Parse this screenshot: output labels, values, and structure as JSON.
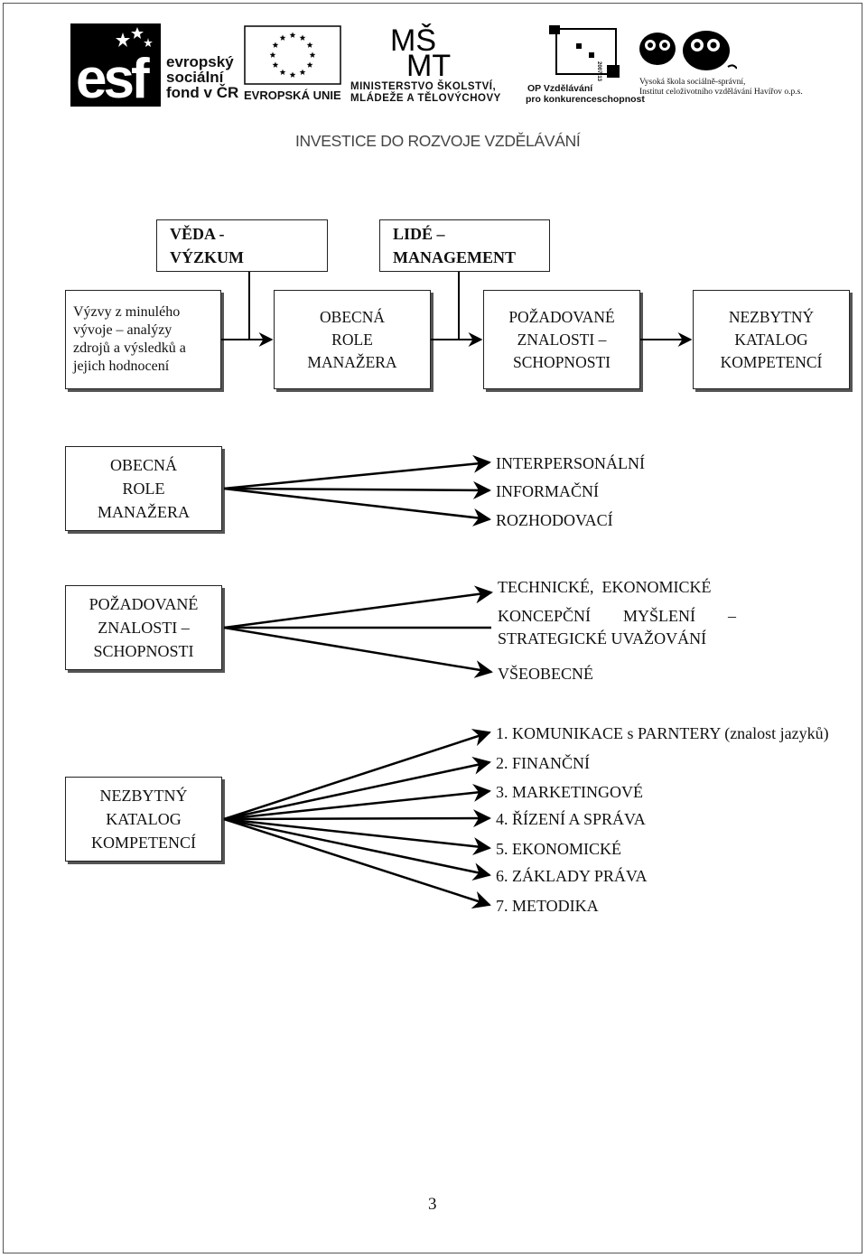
{
  "header": {
    "esf": {
      "line1": "evropský",
      "line2": "sociální",
      "line3": "fond v ČR"
    },
    "eu": {
      "label": "EVROPSKÁ UNIE"
    },
    "msmt": {
      "line1": "MINISTERSTVO ŠKOLSTVÍ,",
      "line2": "MLÁDEŽE A TĚLOVÝCHOVY"
    },
    "op": {
      "line1": "OP Vzdělávání",
      "line2": "pro konkurenceschopnost",
      "years": "2007-13"
    },
    "school": {
      "line1": "Vysoká škola sociálně-správní,",
      "line2": "Institut celoživotního vzdělávání Havířov o.p.s."
    },
    "slogan": "INVESTICE DO ROZVOJE VZDĚLÁVÁNÍ"
  },
  "flow": {
    "top_left": "VĚDA -\nVÝZKUM",
    "top_right": "LIDÉ –\nMANAGEMENT",
    "box1": "Výzvy z minulého\nvývoje – analýzy\nzdrojů a výsledků a\njejich hodnocení",
    "box2": "OBECNÁ\nROLE\nMANAŽERA",
    "box3": "POŽADOVANÉ\nZNALOSTI –\nSCHOPNOSTI",
    "box4": "NEZBYTNÝ\nKATALOG\nKOMPETENCÍ"
  },
  "section1": {
    "box": "OBECNÁ\nROLE\nMANAŽERA",
    "items": [
      "INTERPERSONÁLNÍ",
      "INFORMAČNÍ",
      "ROZHODOVACÍ"
    ]
  },
  "section2": {
    "box": "POŽADOVANÉ\nZNALOSTI –\nSCHOPNOSTI",
    "items": [
      "TECHNICKÉ,  EKONOMICKÉ",
      "KONCEPČNÍ        MYŠLENÍ        –",
      "STRATEGICKÉ UVAŽOVÁNÍ",
      "VŠEOBECNÉ"
    ]
  },
  "section3": {
    "box": "NEZBYTNÝ\nKATALOG\nKOMPETENCÍ",
    "items": [
      "1. KOMUNIKACE s PARNTERY (znalost jazyků)",
      "2. FINANČNÍ",
      "3. MARKETINGOVÉ",
      "4. ŘÍZENÍ A SPRÁVA",
      "5. EKONOMICKÉ",
      "6. ZÁKLADY PRÁVA",
      "7. METODIKA"
    ]
  },
  "footer": {
    "page_number": "3"
  }
}
